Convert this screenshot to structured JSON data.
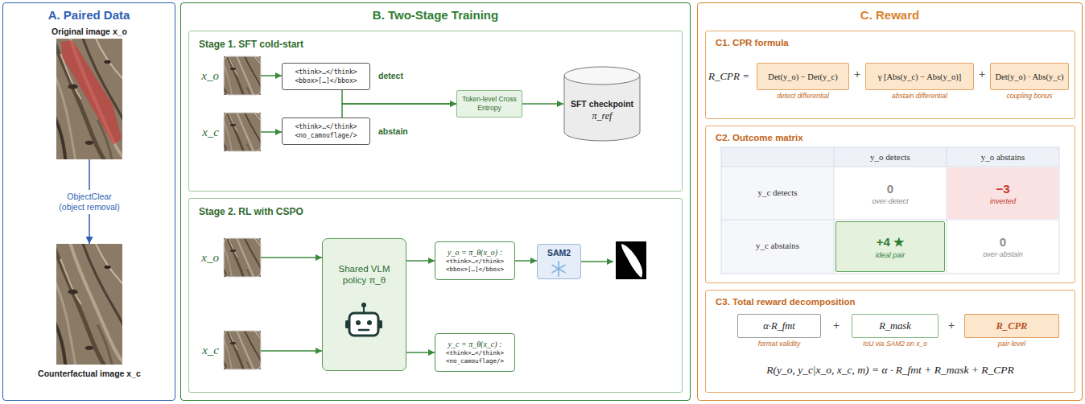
{
  "diagram": {
    "nodes": [
      {
        "text": [
          "A. Paired Data"
        ]
      },
      {
        "text": [
          "Original image x_o"
        ],
        "in": 0
      },
      {
        "text": [
          "Counterfactual image x_c"
        ],
        "in": 0
      },
      {
        "text": [
          "B. Two-Stage Training"
        ]
      },
      {
        "text": [
          "Stage 1. SFT cold-start"
        ],
        "in": 3
      },
      {
        "text": [
          "x_o"
        ],
        "in": 4
      },
      {
        "text": [
          "<think>…</think> <bbox>[…]</bbox>"
        ],
        "in": 4
      },
      {
        "text": [
          "x_c"
        ],
        "in": 4
      },
      {
        "text": [
          "<think>…</think> <no_camouflage/>"
        ],
        "in": 4
      },
      {
        "text": [
          "Token-level Cross Entropy"
        ],
        "in": 4
      },
      {
        "text": [
          "SFT checkpoint",
          "π_ref"
        ],
        "in": 4
      },
      {
        "text": [
          "Stage 2. RL with CSPO"
        ],
        "in": 3
      },
      {
        "text": [
          "x_o"
        ],
        "in": 11
      },
      {
        "text": [
          "x_c"
        ],
        "in": 11
      },
      {
        "text": [
          "Shared VLM policy π_θ"
        ],
        "in": 11
      },
      {
        "text": [
          "y_o = π_θ(x_o) :",
          "<think>…</think> <bbox>[…]</bbox>"
        ],
        "in": 11
      },
      {
        "text": [
          "SAM2"
        ],
        "in": 11
      },
      {
        "text": [
          "y_c = π_θ(x_c) :",
          "<think>…</think> <no_camouflage/>"
        ],
        "in": 11
      },
      {
        "text": [
          "C. Reward"
        ]
      },
      {
        "text": [
          "C1. CPR formula"
        ],
        "in": 18
      },
      {
        "text": [
          "Det(y_o) − Det(y_c)",
          "detect differential"
        ],
        "in": 19
      },
      {
        "text": [
          "γ [Abs(y_c) − Abs(y_o)]",
          "abstain differential"
        ],
        "in": 19
      },
      {
        "text": [
          "Det(y_o) · Abs(y_c)",
          "coupling bonus"
        ],
        "in": 19
      },
      {
        "text": [
          "C2. Outcome matrix"
        ],
        "in": 18
      },
      {
        "text": [
          "0",
          "over-detect"
        ],
        "in": 23
      },
      {
        "text": [
          "−3",
          "inverted"
        ],
        "in": 23
      },
      {
        "text": [
          "+4 ★",
          "ideal pair"
        ],
        "in": 23
      },
      {
        "text": [
          "0",
          "over-abstain"
        ],
        "in": 23
      },
      {
        "text": [
          "C3. Total reward decomposition"
        ],
        "in": 18
      },
      {
        "text": [
          "α·R_fmt",
          "format validity"
        ],
        "in": 28
      },
      {
        "text": [
          "R_mask",
          "IoU via SAM2 on x_o"
        ],
        "in": 28
      },
      {
        "text": [
          "R_CPR",
          "pair-level"
        ],
        "in": 28
      }
    ],
    "edges": [
      {
        "from": 1,
        "to": 2,
        "arrow": "to",
        "label": "ObjectClear (object removal)"
      },
      {
        "from": 5,
        "to": 6,
        "arrow": "to"
      },
      {
        "from": 7,
        "to": 8,
        "arrow": "to"
      },
      {
        "from": 6,
        "to": 9,
        "arrow": "to"
      },
      {
        "from": 8,
        "to": 9,
        "arrow": "to"
      },
      {
        "from": 9,
        "to": 10,
        "arrow": "to"
      },
      {
        "from": 12,
        "to": 14,
        "arrow": "to"
      },
      {
        "from": 13,
        "to": 14,
        "arrow": "to"
      },
      {
        "from": 14,
        "to": 15,
        "arrow": "to"
      },
      {
        "from": 14,
        "to": 17,
        "arrow": "to"
      },
      {
        "from": 15,
        "to": 16,
        "arrow": "to"
      }
    ],
    "labels": [
      "detect",
      "abstain",
      "R_CPR =",
      "+",
      "+",
      "y_o detects",
      "y_o abstains",
      "y_c detects",
      "y_c abstains",
      "+",
      "+",
      "R(y_o, y_c|x_o, x_c, m) = α · R_fmt + R_mask + R_CPR"
    ]
  }
}
